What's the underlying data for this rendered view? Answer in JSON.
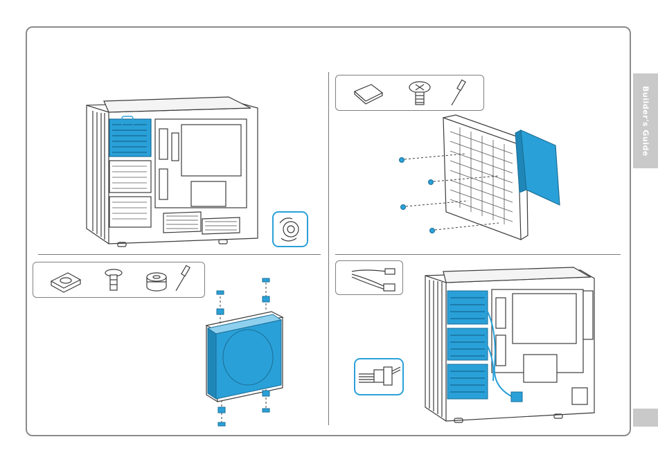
{
  "side_tab": {
    "label": "Builder's Guide"
  },
  "colors": {
    "accent": "#2aa0d8",
    "line": "#3b3b3b",
    "frame": "#8a8a8a",
    "tab": "#c9c9c9"
  },
  "panels": [
    {
      "name": "remove-drive-tray-step",
      "parts": []
    },
    {
      "name": "ssd-mount-step",
      "parts": [
        "ssd-icon",
        "screw-icon",
        "screwdriver-icon"
      ]
    },
    {
      "name": "hdd-mount-step",
      "parts": [
        "hdd-icon",
        "screw-icon",
        "rubber-grommet-icon",
        "screwdriver-icon"
      ]
    },
    {
      "name": "connect-cables-step",
      "parts": [
        "sata-cable-icon"
      ]
    }
  ]
}
